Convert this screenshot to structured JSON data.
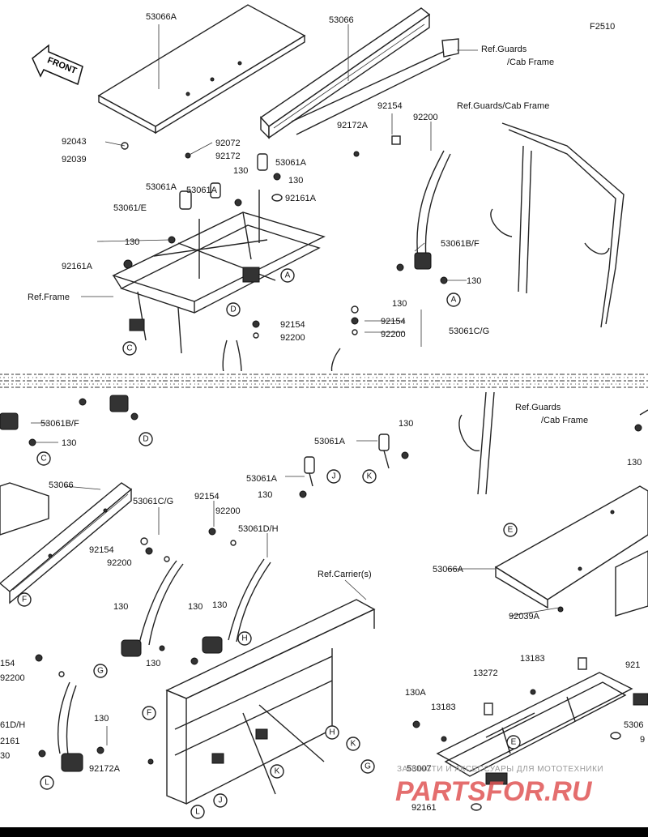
{
  "figure_code": "F2510",
  "front_label": "FRONT",
  "labels": [
    "53066A",
    "53066",
    "Ref.Guards",
    "/Cab Frame",
    "92154",
    "92200",
    "Ref.Guards/Cab Frame",
    "92172A",
    "92043",
    "92039",
    "92072",
    "92172",
    "53061A",
    "130",
    "53061A",
    "130",
    "92161A",
    "53061A",
    "53061/E",
    "130",
    "92161A",
    "53061B/F",
    "130",
    "Ref.Frame",
    "130",
    "92154",
    "92200",
    "53061C/G",
    "92154",
    "92200",
    "53061B/F",
    "130",
    "Ref.Guards",
    "/Cab Frame",
    "130",
    "53061A",
    "130",
    "53061A",
    "130",
    "53066",
    "53061C/G",
    "92154",
    "92200",
    "53061D/H",
    "92154",
    "92200",
    "Ref.Carrier(s)",
    "53066A",
    "92039A",
    "130",
    "130",
    "130",
    "130",
    "154",
    "92200",
    "130",
    "130A",
    "13272",
    "13183",
    "13183",
    "61D/H",
    "2161",
    "30",
    "92172A",
    "53007",
    "92161",
    "921",
    "5306",
    "9"
  ],
  "callouts": [
    "A",
    "A",
    "D",
    "C",
    "C",
    "D",
    "K",
    "J",
    "F",
    "G",
    "H",
    "F",
    "E",
    "E",
    "L",
    "J",
    "L",
    "K",
    "G",
    "H",
    "K",
    "E",
    "H"
  ],
  "watermark": {
    "line1": "ЗАПЧАСТИ И АКСЕССУАРЫ ДЛЯ МОТОТЕХНИКИ",
    "line2": "PARTSFOR.RU"
  },
  "colors": {
    "ink": "#111111",
    "watermark_red": "#e05555",
    "watermark_gray": "#999999"
  }
}
